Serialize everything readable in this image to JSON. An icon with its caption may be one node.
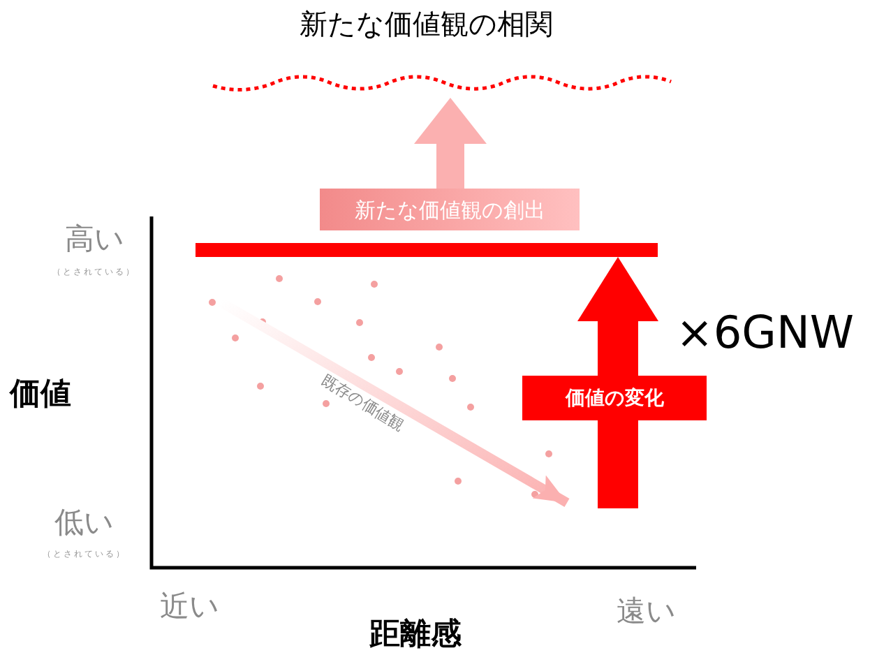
{
  "diagram": {
    "title": "新たな価値観の相関",
    "nodes": [
      {
        "text": [
          "新たな価値観の創出"
        ]
      },
      {
        "text": [],
        "shape": "line"
      },
      {
        "text": [],
        "shape": "bar"
      }
    ],
    "edges": [
      {
        "from": 0,
        "to": 1,
        "arrow": "to",
        "color": "#fbb0b0"
      },
      {
        "from": null,
        "to": 2,
        "arrow": "to",
        "color": "#ff0000",
        "label": "価値の変化"
      }
    ],
    "labels": [
      "高い",
      "（とされている）",
      "×6GNW",
      "価値",
      "既存の価値観",
      "低い",
      "（とされている）",
      "近い",
      "遠い",
      "距離感"
    ]
  }
}
